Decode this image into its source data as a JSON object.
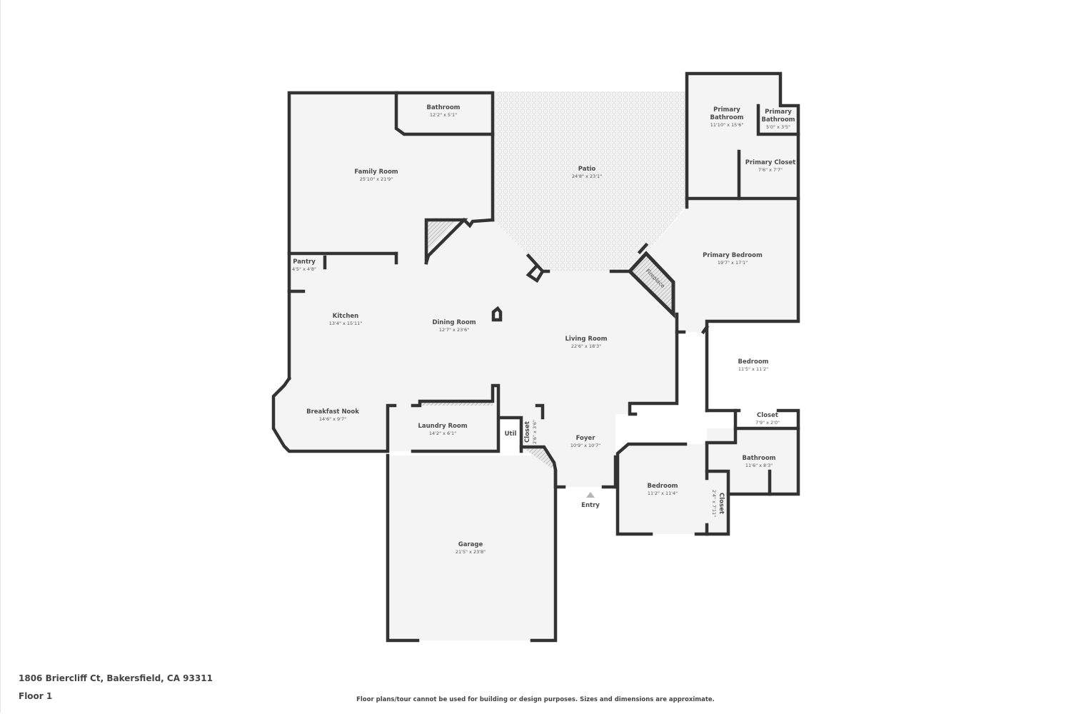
{
  "address": "1806 Briercliff Ct, Bakersfield, CA 93311",
  "floor_label": "Floor 1",
  "disclaimer": "Floor plans/tour cannot be used for building or design purposes. Sizes and dimensions are approximate.",
  "colors": {
    "wall": "#333333",
    "floor": "#f4f4f4",
    "patio": "#f0f0f0",
    "text": "#4a4a4a",
    "window": "#ffffff"
  },
  "entry": {
    "label": "Entry",
    "icon": "entry-arrow-icon"
  },
  "fireplace": {
    "label": "Fireplace"
  },
  "rooms": {
    "family_room": {
      "name": "Family Room",
      "dim": "25'10\" x 21'9\""
    },
    "bathroom_top": {
      "name": "Bathroom",
      "dim": "12'2\" x 5'1\""
    },
    "patio": {
      "name": "Patio",
      "dim": "24'8\" x 23'1\""
    },
    "primary_bathroom": {
      "name": "Primary Bathroom",
      "line1": "Primary",
      "line2": "Bathroom",
      "dim": "11'10\" x 15'6\""
    },
    "primary_bathroom_small": {
      "name": "Primary Bathroom",
      "line1": "Primary",
      "line2": "Bathroom",
      "dim": "5'0\" x 3'5\""
    },
    "primary_closet": {
      "name": "Primary Closet",
      "dim": "7'6\" x 7'7\""
    },
    "primary_bedroom": {
      "name": "Primary Bedroom",
      "dim": "19'7\" x 17'1\""
    },
    "pantry": {
      "name": "Pantry",
      "dim": "4'5\" x 4'8\""
    },
    "kitchen": {
      "name": "Kitchen",
      "dim": "13'4\" x 15'11\""
    },
    "dining_room": {
      "name": "Dining Room",
      "dim": "12'7\" x 23'6\""
    },
    "living_room": {
      "name": "Living Room",
      "dim": "22'6\" x 18'3\""
    },
    "bedroom_right": {
      "name": "Bedroom",
      "dim": "11'5\" x 11'2\""
    },
    "closet_right": {
      "name": "Closet",
      "dim": "7'9\" x 2'0\""
    },
    "bathroom_right": {
      "name": "Bathroom",
      "dim": "11'6\" x 8'3\""
    },
    "breakfast_nook": {
      "name": "Breakfast Nook",
      "dim": "14'6\" x 9'7\""
    },
    "laundry_room": {
      "name": "Laundry Room",
      "dim": "14'2\" x 6'1\""
    },
    "util": {
      "name": "Util"
    },
    "closet_foyer": {
      "name": "Closet",
      "dim": "2'6\" x 3'6\""
    },
    "foyer": {
      "name": "Foyer",
      "dim": "10'9\" x 10'7\""
    },
    "bedroom_bottom": {
      "name": "Bedroom",
      "dim": "11'2\" x 11'4\""
    },
    "closet_bottom": {
      "name": "Closet",
      "dim": "2'4\" x 7'11\""
    },
    "garage": {
      "name": "Garage",
      "dim": "21'5\" x 23'8\""
    }
  }
}
